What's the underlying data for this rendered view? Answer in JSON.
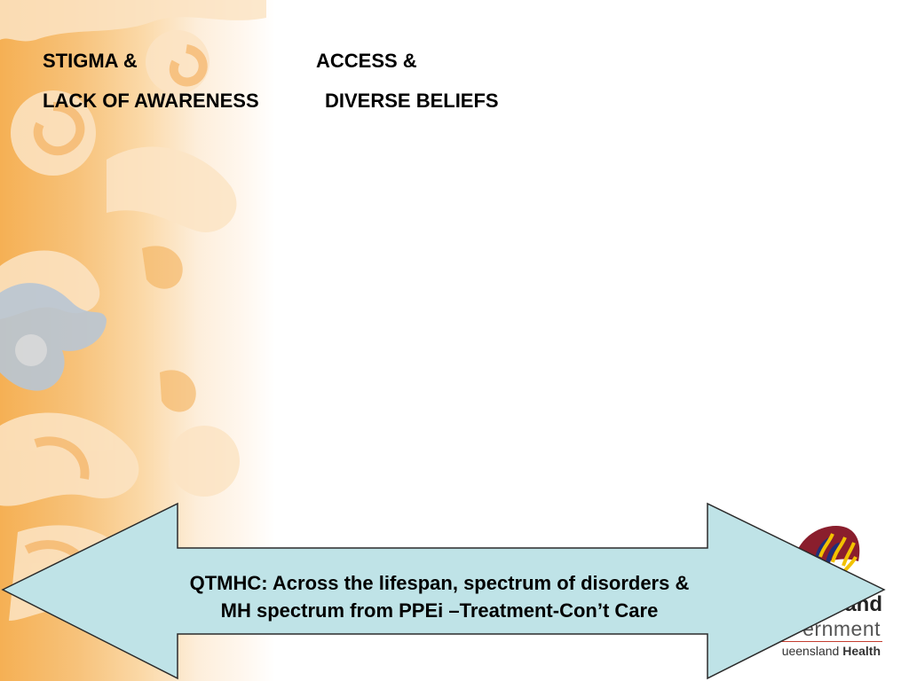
{
  "headings": {
    "stigma_line1": "STIGMA &",
    "stigma_line2": "LACK OF AWARENESS",
    "access_line1": "ACCESS &",
    "access_line2": "DIVERSE BELIEFS"
  },
  "arrow": {
    "line1": "QTMHC: Across the lifespan, spectrum of disorders &",
    "line2": "MH spectrum from PPEi –Treatment-Con’t Care"
  },
  "logo": {
    "word1": "and",
    "word2": "ernment",
    "word3_prefix": "ueensland ",
    "word3_bold": "Health"
  },
  "colors": {
    "arrow_fill": "#bfe3e7",
    "arrow_stroke": "#2b2b2b",
    "panel_orange": "#f5b054",
    "decor_blue": "#b9c6d4",
    "logo_maroon": "#8a1e2d",
    "logo_yellow": "#f2c200"
  },
  "icons": {
    "logo": "queensland-government-crest-icon",
    "decor": "swirl-pattern-icon"
  }
}
